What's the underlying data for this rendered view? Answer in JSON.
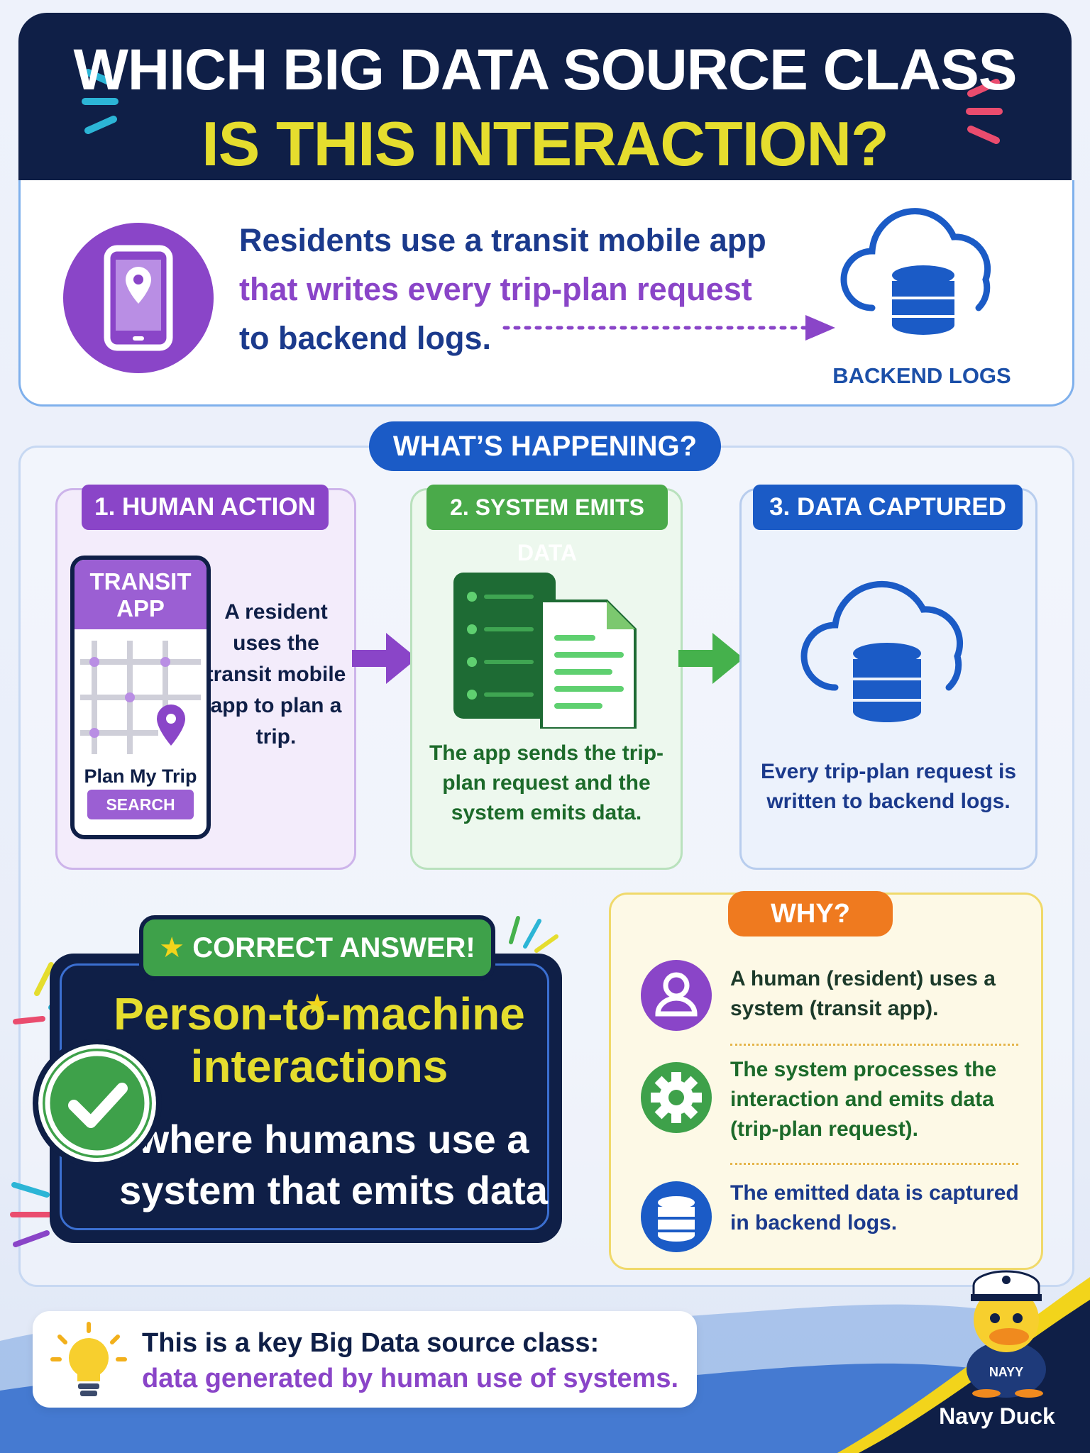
{
  "header": {
    "title_line1": "WHICH BIG DATA SOURCE CLASS",
    "title_line2": "IS THIS INTERACTION?"
  },
  "scenario": {
    "line1": "Residents use a transit mobile app",
    "line2": "that writes every trip-plan request",
    "line3": "to backend logs.",
    "target_label": "BACKEND LOGS",
    "icon": "phone-location-icon"
  },
  "happening": {
    "title": "WHAT’S HAPPENING?",
    "steps": [
      {
        "label": "1. HUMAN ACTION",
        "phone_title_1": "TRANSIT",
        "phone_title_2": "APP",
        "phone_plan": "Plan My Trip",
        "phone_button": "SEARCH",
        "desc": "A resident uses the transit mobile app to plan a trip."
      },
      {
        "label": "2. SYSTEM EMITS DATA",
        "desc": "The app sends the trip-plan request and the system emits data."
      },
      {
        "label": "3. DATA CAPTURED",
        "desc": "Every trip-plan request is written to backend logs."
      }
    ]
  },
  "answer": {
    "badge": "CORRECT ANSWER!",
    "main_line1": "Person-to-machine",
    "main_line2": "interactions",
    "sub_line1": "where humans use a",
    "sub_line2": "system that emits data"
  },
  "why": {
    "title": "WHY?",
    "items": [
      {
        "icon": "person-icon",
        "text": "A human (resident) uses a system (transit app)."
      },
      {
        "icon": "gear-icon",
        "text": "The system processes the interaction and emits data (trip-plan request)."
      },
      {
        "icon": "database-icon",
        "text": "The emitted data is captured in backend logs."
      }
    ]
  },
  "tip": {
    "line1": "This is a key Big Data source class:",
    "line2": "data generated by human use of systems."
  },
  "mascot": {
    "hat_text": "NAYY",
    "name": "Navy Duck"
  },
  "colors": {
    "navy": "#0f1f47",
    "yellow": "#e5dd2e",
    "purple": "#8a45c8",
    "green": "#3ea14a",
    "blue": "#1b5bc6",
    "orange": "#ef7a1f"
  }
}
